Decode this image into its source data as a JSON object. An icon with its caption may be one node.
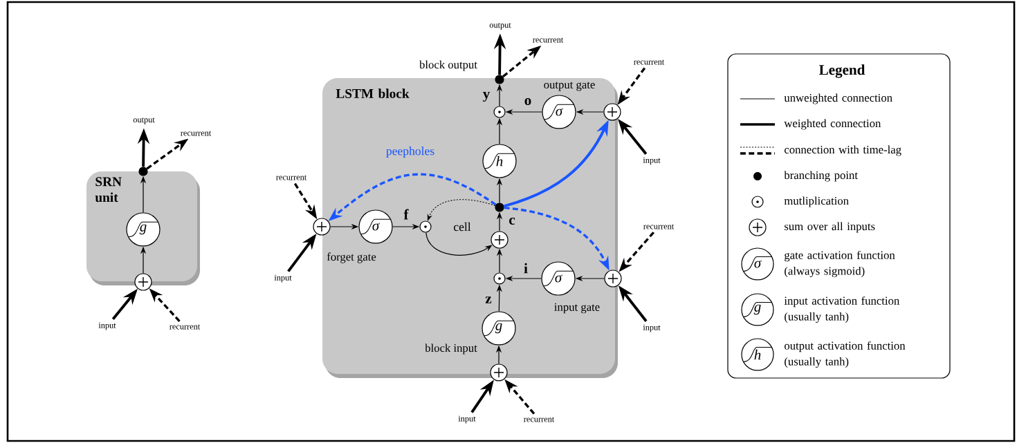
{
  "diagram": {
    "nodes": [
      {
        "text": [
          "SRN unit"
        ]
      },
      {
        "text": [
          "output"
        ]
      },
      {
        "text": [
          "recurrent"
        ]
      },
      {
        "text": [],
        "shape": "circle"
      },
      {
        "text": [
          "g"
        ],
        "in": 0
      },
      {
        "text": [],
        "shape": "circle"
      },
      {
        "text": [
          "input"
        ]
      },
      {
        "text": [
          "recurrent"
        ]
      },
      {
        "text": [
          "LSTM block"
        ]
      },
      {
        "text": [],
        "shape": "circle",
        "beside": [
          "block output"
        ]
      },
      {
        "text": [
          "output"
        ]
      },
      {
        "text": [
          "recurrent"
        ]
      },
      {
        "text": [],
        "shape": "circle",
        "in": 8
      },
      {
        "text": [
          "σ"
        ],
        "in": 8,
        "beside": [
          "output gate"
        ]
      },
      {
        "text": [],
        "shape": "circle"
      },
      {
        "text": [
          "recurrent"
        ]
      },
      {
        "text": [
          "input"
        ]
      },
      {
        "text": [
          "h"
        ],
        "in": 8
      },
      {
        "text": [],
        "shape": "circle",
        "in": 8
      },
      {
        "text": [],
        "shape": "circle"
      },
      {
        "text": [
          "recurrent"
        ]
      },
      {
        "text": [
          "input"
        ]
      },
      {
        "text": [
          "σ"
        ],
        "in": 8,
        "beside": [
          "forget gate"
        ]
      },
      {
        "text": [],
        "shape": "circle",
        "in": 8
      },
      {
        "text": [],
        "shape": "circle",
        "in": 8
      },
      {
        "text": [],
        "shape": "circle",
        "in": 8
      },
      {
        "text": [
          "σ"
        ],
        "in": 8,
        "beside": [
          "input gate"
        ]
      },
      {
        "text": [],
        "shape": "circle"
      },
      {
        "text": [
          "recurrent"
        ]
      },
      {
        "text": [
          "input"
        ]
      },
      {
        "text": [
          "g"
        ],
        "in": 8,
        "beside": [
          "block input"
        ]
      },
      {
        "text": [],
        "shape": "circle"
      },
      {
        "text": [
          "input"
        ]
      },
      {
        "text": [
          "recurrent"
        ]
      }
    ],
    "edges": [
      {
        "from": 3,
        "to": 1,
        "arrow": "to",
        "style": "thick"
      },
      {
        "from": 3,
        "to": 2,
        "arrow": "to",
        "style": "dashed"
      },
      {
        "from": 4,
        "to": 3,
        "arrow": "to"
      },
      {
        "from": 5,
        "to": 4,
        "arrow": "to"
      },
      {
        "from": 6,
        "to": 5,
        "arrow": "to",
        "style": "thick"
      },
      {
        "from": 7,
        "to": 5,
        "arrow": "to",
        "style": "dashed"
      },
      {
        "from": 9,
        "to": 10,
        "arrow": "to",
        "style": "thick"
      },
      {
        "from": 9,
        "to": 11,
        "arrow": "to",
        "style": "dashed"
      },
      {
        "from": 12,
        "to": 9,
        "arrow": "to",
        "label": "y"
      },
      {
        "from": 13,
        "to": 12,
        "arrow": "to",
        "label": "o"
      },
      {
        "from": 14,
        "to": 13,
        "arrow": "to"
      },
      {
        "from": 15,
        "to": 14,
        "arrow": "to",
        "style": "dashed"
      },
      {
        "from": 16,
        "to": 14,
        "arrow": "to",
        "style": "thick"
      },
      {
        "from": 17,
        "to": 12,
        "arrow": "to"
      },
      {
        "from": 18,
        "to": 17,
        "arrow": "to"
      },
      {
        "from": 18,
        "to": 14,
        "arrow": "to",
        "style": "thick",
        "color": "#1a55ff"
      },
      {
        "from": 18,
        "to": 19,
        "arrow": "to",
        "style": "dashed",
        "color": "#1a55ff"
      },
      {
        "from": 18,
        "to": 27,
        "arrow": "to",
        "style": "dashed",
        "color": "#1a55ff"
      },
      {
        "from": 18,
        "to": 23,
        "arrow": "to",
        "style": "dashed"
      },
      {
        "from": 19,
        "to": 22,
        "arrow": "to"
      },
      {
        "from": 20,
        "to": 19,
        "arrow": "to",
        "style": "dashed"
      },
      {
        "from": 21,
        "to": 19,
        "arrow": "to",
        "style": "thick"
      },
      {
        "from": 22,
        "to": 23,
        "arrow": "to",
        "label": "f"
      },
      {
        "from": 23,
        "to": 24,
        "arrow": "to"
      },
      {
        "from": 24,
        "to": 18,
        "arrow": "to",
        "label": "c"
      },
      {
        "from": 25,
        "to": 24,
        "arrow": "to"
      },
      {
        "from": 26,
        "to": 25,
        "arrow": "to",
        "label": "i"
      },
      {
        "from": 27,
        "to": 26,
        "arrow": "to"
      },
      {
        "from": 28,
        "to": 27,
        "arrow": "to",
        "style": "dashed"
      },
      {
        "from": 29,
        "to": 27,
        "arrow": "to",
        "style": "thick"
      },
      {
        "from": 30,
        "to": 25,
        "arrow": "to",
        "label": "z"
      },
      {
        "from": 31,
        "to": 30,
        "arrow": "to"
      },
      {
        "from": 32,
        "to": 31,
        "arrow": "to",
        "style": "thick"
      },
      {
        "from": 33,
        "to": 31,
        "arrow": "to",
        "style": "dashed"
      }
    ],
    "labels": [
      "peepholes",
      "cell",
      "Legend",
      "σ",
      "g",
      "h"
    ],
    "legend": [
      {
        "text": "unweighted connection"
      },
      {
        "text": "weighted connection"
      },
      {
        "text": "connection with time-lag"
      },
      {
        "text": "branching point"
      },
      {
        "text": "mutliplication"
      },
      {
        "text": "sum over all inputs"
      },
      {
        "text": "gate activation function (always sigmoid)"
      },
      {
        "text": "input activation function (usually tanh)"
      },
      {
        "text": "output activation function (usually tanh)"
      }
    ]
  }
}
